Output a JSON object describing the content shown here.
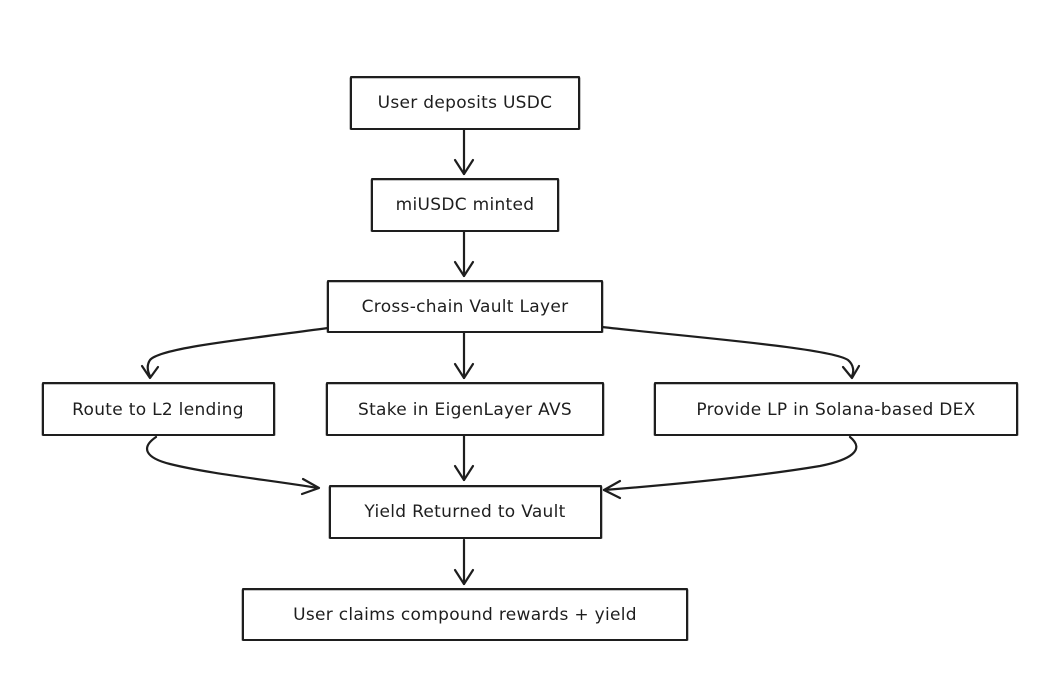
{
  "diagram": {
    "nodes": {
      "deposit": "User deposits USDC",
      "mint": "miUSDC minted",
      "vault": "Cross-chain Vault Layer",
      "l2": "Route to L2 lending",
      "eigen": "Stake in EigenLayer AVS",
      "solana": "Provide LP in Solana-based DEX",
      "yield": "Yield Returned to Vault",
      "claim": "User claims compound rewards + yield"
    },
    "colors": {
      "stroke": "#1e1e1e",
      "fill": "#ffffff",
      "background": "#ffffff"
    }
  }
}
